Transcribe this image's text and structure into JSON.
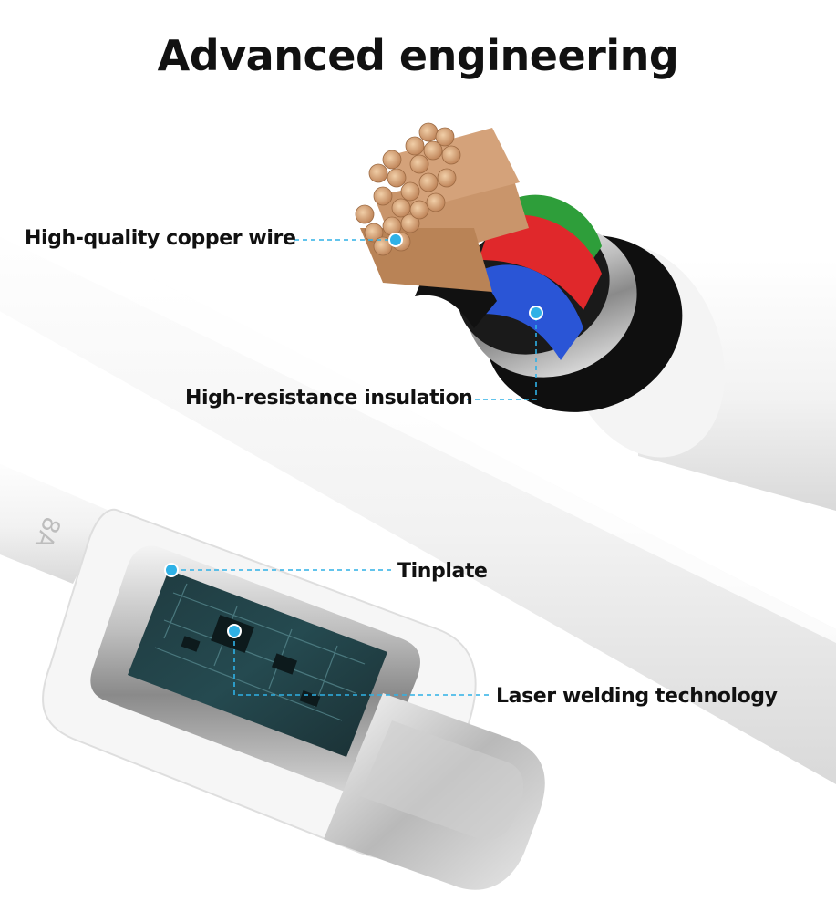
{
  "title": "Advanced engineering",
  "callouts": {
    "copper": "High-quality copper wire",
    "insulation": "High-resistance insulation",
    "tinplate": "Tinplate",
    "laser": "Laser welding technology"
  },
  "cable_marking": "8A",
  "colors": {
    "accent": "#2fb1e6",
    "copper": "#c9956b",
    "wire_red": "#e0282b",
    "wire_green": "#2e9e3a",
    "wire_blue": "#2a55d6",
    "jacket": "#111111"
  }
}
